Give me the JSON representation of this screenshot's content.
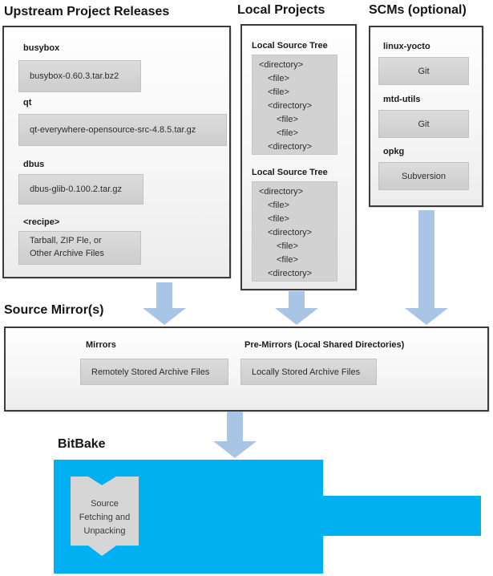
{
  "colors": {
    "accent_cyan": "#00b0f0",
    "arrow_blue": "#a9c5e6"
  },
  "headings": {
    "upstream": "Upstream Project Releases",
    "local_projects": "Local Projects",
    "scms": "SCMs (optional)",
    "source_mirrors": "Source Mirror(s)",
    "bitbake": "BitBake"
  },
  "upstream": {
    "items": [
      {
        "label": "busybox",
        "value": "busybox-0.60.3.tar.bz2"
      },
      {
        "label": "qt",
        "value": "qt-everywhere-opensource-src-4.8.5.tar.gz"
      },
      {
        "label": "dbus",
        "value": "dbus-glib-0.100.2.tar.gz"
      },
      {
        "label": "<recipe>",
        "value": "Tarball, ZIP Fle, or\nOther Archive Files"
      }
    ]
  },
  "local_projects": {
    "tree1": {
      "label": "Local Source Tree",
      "lines": [
        {
          "text": "<directory>",
          "indent": 0
        },
        {
          "text": "<file>",
          "indent": 1
        },
        {
          "text": "<file>",
          "indent": 1
        },
        {
          "text": "<directory>",
          "indent": 1
        },
        {
          "text": "<file>",
          "indent": 2
        },
        {
          "text": "<file>",
          "indent": 2
        },
        {
          "text": "<directory>",
          "indent": 1
        }
      ]
    },
    "tree2": {
      "label": "Local Source Tree",
      "lines": [
        {
          "text": "<directory>",
          "indent": 0
        },
        {
          "text": "<file>",
          "indent": 1
        },
        {
          "text": "<file>",
          "indent": 1
        },
        {
          "text": "<directory>",
          "indent": 1
        },
        {
          "text": "<file>",
          "indent": 2
        },
        {
          "text": "<file>",
          "indent": 2
        },
        {
          "text": "<directory>",
          "indent": 1
        }
      ]
    }
  },
  "scms": {
    "items": [
      {
        "label": "linux-yocto",
        "value": "Git"
      },
      {
        "label": "mtd-utils",
        "value": "Git"
      },
      {
        "label": "opkg",
        "value": "Subversion"
      }
    ]
  },
  "source_mirrors": {
    "mirrors_label": "Mirrors",
    "mirrors_value": "Remotely Stored Archive Files",
    "premirrors_label": "Pre-Mirrors (Local Shared Directories)",
    "premirrors_value": "Locally Stored Archive Files"
  },
  "bitbake": {
    "ribbon_text": "Source\nFetching and\nUnpacking"
  }
}
